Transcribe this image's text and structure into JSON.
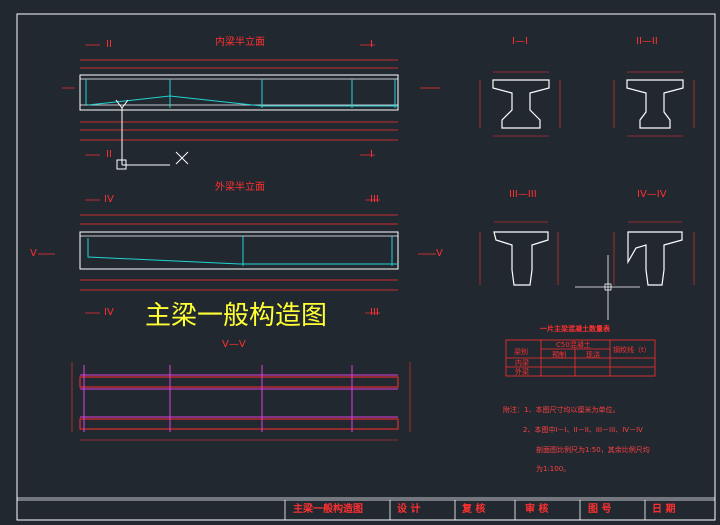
{
  "title": "主梁一般构造图",
  "views": {
    "view_a_title": "内梁半立面",
    "view_b_title": "外梁半立面",
    "view_c_title": "V—V",
    "section_1": "I—I",
    "section_2": "II—II",
    "section_3": "III—III",
    "section_4": "IV—IV",
    "mark_I": "I",
    "mark_II": "II",
    "mark_III": "III",
    "mark_IV": "IV",
    "mark_V": "V"
  },
  "table": {
    "title": "一片主梁混凝土数量表",
    "col_grade": "C50混凝土",
    "col_pre": "预制",
    "col_cast": "现浇",
    "col_steel": "钢绞线（t）",
    "row_head": "梁别",
    "rows": [
      "内梁",
      "外梁"
    ]
  },
  "notes": {
    "line1": "附注：1、本图尺寸均以厘米为单位。",
    "line2": "2、本图中I－I、II－II、III－III、IV－IV",
    "line3": "剖面图比例尺为1:50，其余比例尺均",
    "line4": "为1:100。"
  },
  "title_block": {
    "drawing_name": "主梁一般构造图",
    "design": "设 计",
    "review": "复 核",
    "audit": "审 核",
    "drawing_no": "图 号",
    "date": "日 期"
  }
}
